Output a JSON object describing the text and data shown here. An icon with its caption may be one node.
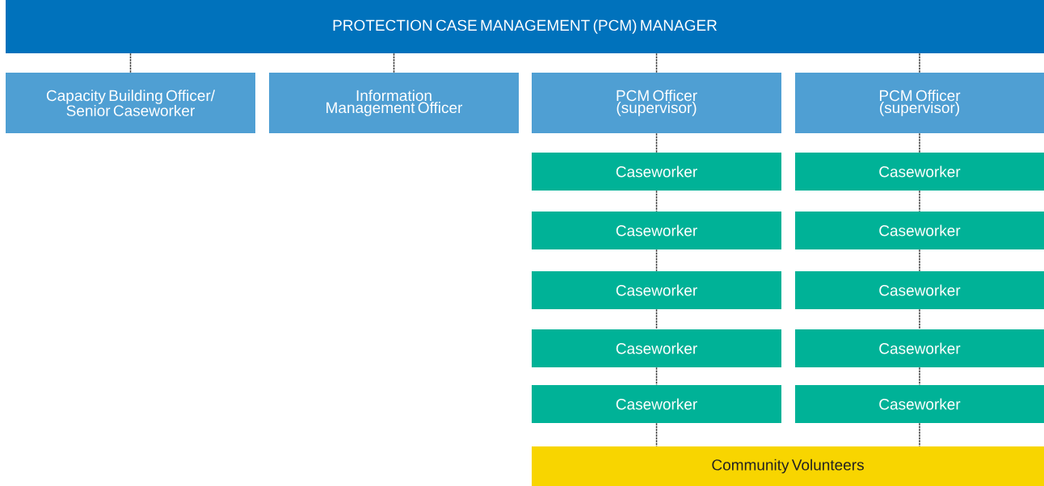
{
  "diagram": {
    "nodes": [
      {
        "text": [
          "PROTECTION CASE MANAGEMENT (PCM) MANAGER"
        ]
      },
      {
        "text": [
          "Capacity Building Officer/ Senior Caseworker"
        ]
      },
      {
        "text": [
          "Information Management Officer"
        ]
      },
      {
        "text": [
          "PCM Officer (supervisor)"
        ]
      },
      {
        "text": [
          "PCM Officer (supervisor)"
        ]
      },
      {
        "text": [
          "Caseworker"
        ]
      },
      {
        "text": [
          "Caseworker"
        ]
      },
      {
        "text": [
          "Caseworker"
        ]
      },
      {
        "text": [
          "Caseworker"
        ]
      },
      {
        "text": [
          "Caseworker"
        ]
      },
      {
        "text": [
          "Caseworker"
        ]
      },
      {
        "text": [
          "Caseworker"
        ]
      },
      {
        "text": [
          "Caseworker"
        ]
      },
      {
        "text": [
          "Caseworker"
        ]
      },
      {
        "text": [
          "Caseworker"
        ]
      },
      {
        "text": [
          "Community Volunteers"
        ]
      }
    ],
    "edges": [
      {
        "from": 0,
        "to": 1,
        "arrow": "none",
        "style": "dashed"
      },
      {
        "from": 0,
        "to": 2,
        "arrow": "none",
        "style": "dashed"
      },
      {
        "from": 0,
        "to": 3,
        "arrow": "none",
        "style": "dashed"
      },
      {
        "from": 0,
        "to": 4,
        "arrow": "none",
        "style": "dashed"
      },
      {
        "from": 3,
        "to": 5,
        "arrow": "none",
        "style": "dashed"
      },
      {
        "from": 5,
        "to": 7,
        "arrow": "none",
        "style": "dashed"
      },
      {
        "from": 7,
        "to": 9,
        "arrow": "none",
        "style": "dashed"
      },
      {
        "from": 9,
        "to": 11,
        "arrow": "none",
        "style": "dashed"
      },
      {
        "from": 11,
        "to": 13,
        "arrow": "none",
        "style": "dashed"
      },
      {
        "from": 13,
        "to": 15,
        "arrow": "none",
        "style": "dashed"
      },
      {
        "from": 4,
        "to": 6,
        "arrow": "none",
        "style": "dashed"
      },
      {
        "from": 6,
        "to": 8,
        "arrow": "none",
        "style": "dashed"
      },
      {
        "from": 8,
        "to": 10,
        "arrow": "none",
        "style": "dashed"
      },
      {
        "from": 10,
        "to": 12,
        "arrow": "none",
        "style": "dashed"
      },
      {
        "from": 12,
        "to": 14,
        "arrow": "none",
        "style": "dashed"
      },
      {
        "from": 14,
        "to": 15,
        "arrow": "none",
        "style": "dashed"
      }
    ]
  }
}
